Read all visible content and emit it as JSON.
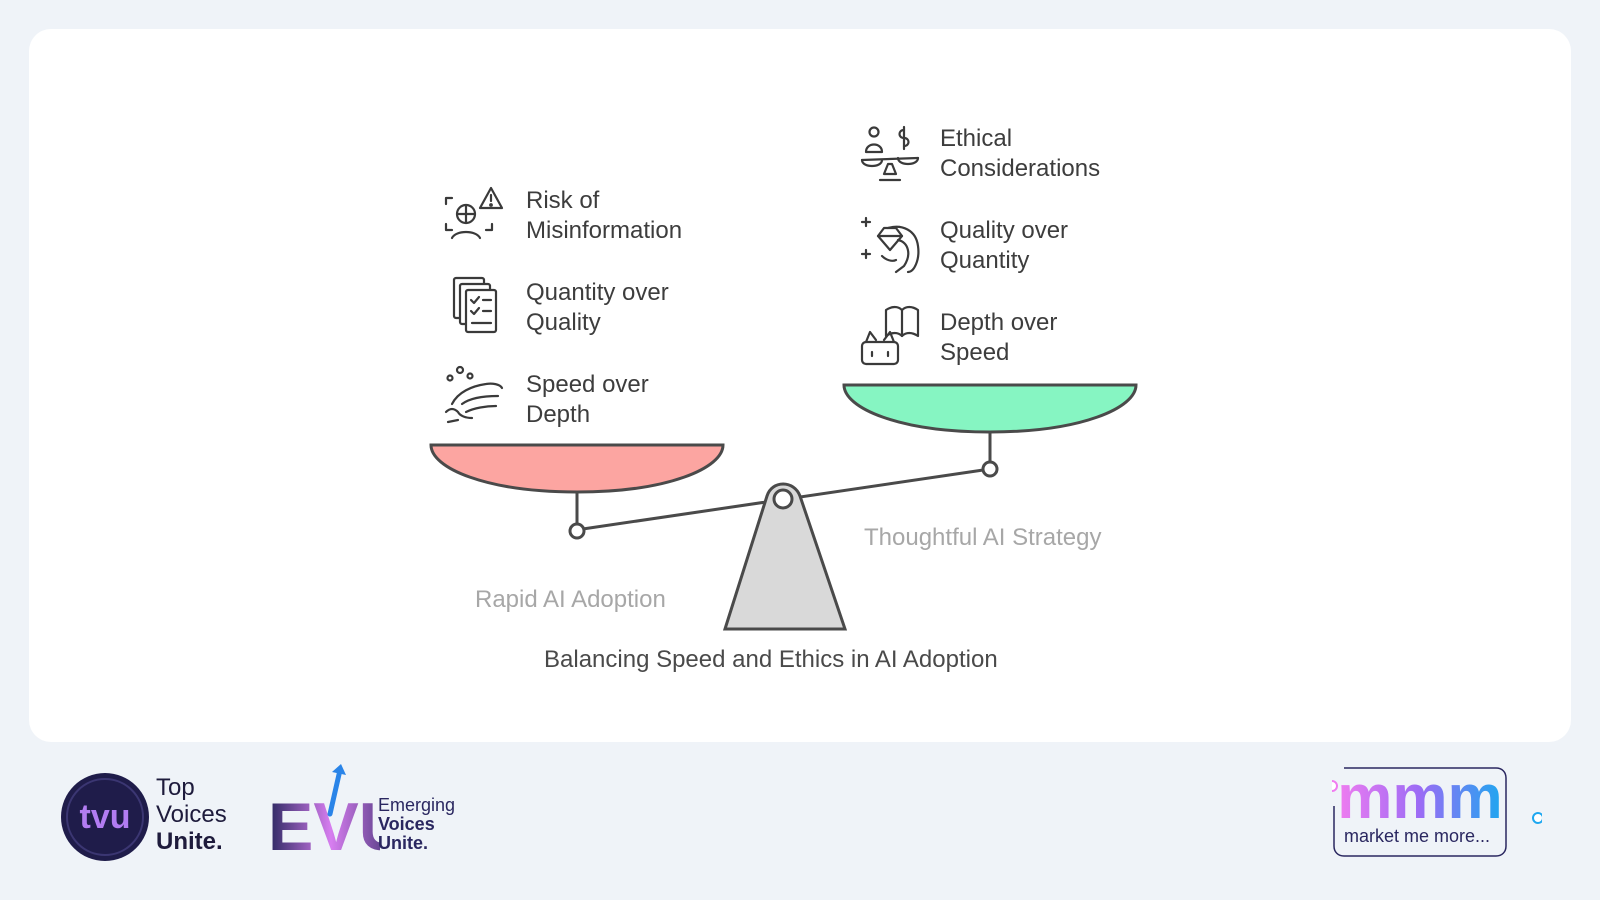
{
  "diagram": {
    "title": "Balancing Speed and Ethics in AI Adoption",
    "left_side": {
      "name": "Rapid AI Adoption",
      "color": "#fca5a1",
      "items": [
        {
          "label": "Risk of\nMisinformation",
          "icon": "misinformation-warning-icon"
        },
        {
          "label": "Quantity over\nQuality",
          "icon": "document-stack-checklist-icon"
        },
        {
          "label": "Speed over\nDepth",
          "icon": "hand-speed-motion-icon"
        }
      ]
    },
    "right_side": {
      "name": "Thoughtful AI Strategy",
      "color": "#86f5c2",
      "items": [
        {
          "label": "Ethical\nConsiderations",
          "icon": "ethics-scale-icon"
        },
        {
          "label": "Quality over\nQuantity",
          "icon": "hand-gem-sparkle-icon"
        },
        {
          "label": "Depth over\nSpeed",
          "icon": "book-robot-icon"
        }
      ]
    }
  },
  "footer": {
    "tvu": {
      "badge": "tvu",
      "line1": "Top",
      "line2": "Voices",
      "line3": "Unite."
    },
    "evu": {
      "mark": "EVU",
      "line1": "Emerging",
      "line2": "Voices",
      "line3": "Unite."
    },
    "mmm": {
      "mark": "mmm",
      "tagline": "market me more..."
    }
  }
}
